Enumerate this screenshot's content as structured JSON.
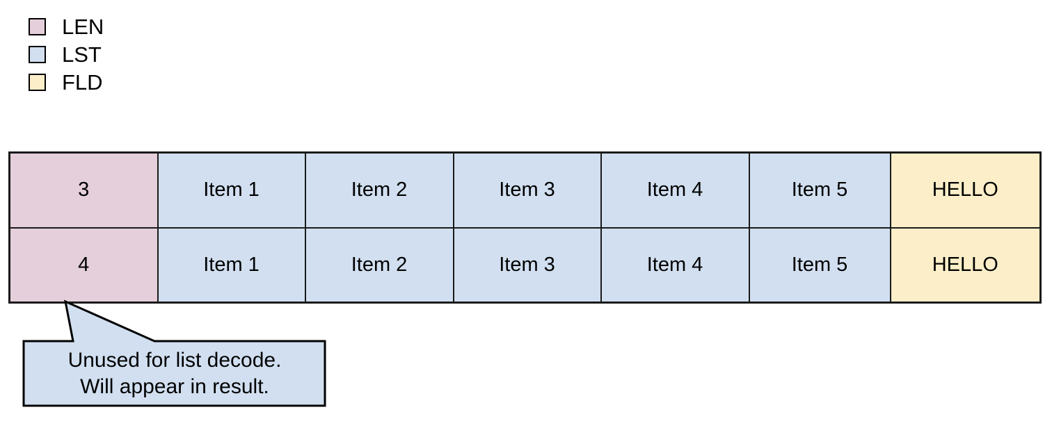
{
  "legend": {
    "items": [
      {
        "label": "LEN",
        "color": "#e4cfdb",
        "icon": "square-swatch-icon"
      },
      {
        "label": "LST",
        "color": "#d1dff0",
        "icon": "square-swatch-icon"
      },
      {
        "label": "FLD",
        "color": "#fbeec9",
        "icon": "square-swatch-icon"
      }
    ]
  },
  "table": {
    "rows": [
      {
        "len": "3",
        "items": [
          "Item 1",
          "Item 2",
          "Item 3",
          "Item 4",
          "Item 5"
        ],
        "fld": "HELLO"
      },
      {
        "len": "4",
        "items": [
          "Item 1",
          "Item 2",
          "Item 3",
          "Item 4",
          "Item 5"
        ],
        "fld": "HELLO"
      }
    ]
  },
  "callout": {
    "line1": "Unused for list decode.",
    "line2": "Will appear in result.",
    "fill": "#d1dff0",
    "stroke": "#000000"
  }
}
